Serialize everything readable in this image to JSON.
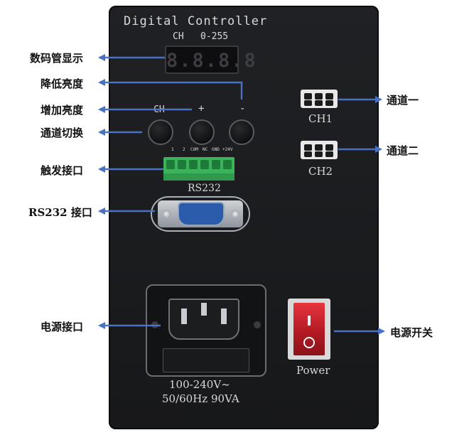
{
  "panel": {
    "title": "Digital Controller",
    "ch_label": "CH",
    "range_label": "0-255",
    "display_digits": "8.8.8.8",
    "buttons": [
      {
        "label": "CH"
      },
      {
        "label": "+"
      },
      {
        "label": "-"
      }
    ],
    "terminal_pins": [
      "1",
      "2",
      "COM",
      "NC",
      "GND",
      "+24V"
    ],
    "serial_port_label": "RS232",
    "channel_ports": [
      "CH1",
      "CH2"
    ],
    "power_rating_line1": "100-240V~",
    "power_rating_line2": "50/60Hz 90VA",
    "switch_label": "Power",
    "switch_on_mark": "I",
    "switch_off_mark": "O"
  },
  "callouts": {
    "digital_display": "数码管显示",
    "decrease_brightness": "降低亮度",
    "increase_brightness": "增加亮度",
    "channel_switch": "通道切换",
    "trigger_port": "触发接口",
    "rs232_port": "RS232 接口",
    "power_port": "电源接口",
    "channel_one": "通道一",
    "channel_two": "通道二",
    "power_switch": "电源开关"
  },
  "colors": {
    "arrow": "#4a72c4",
    "panel": "#1c1d20",
    "terminal": "#3bb35a",
    "db9_shell": "#2b5cab",
    "rocker": "#d42a33"
  }
}
